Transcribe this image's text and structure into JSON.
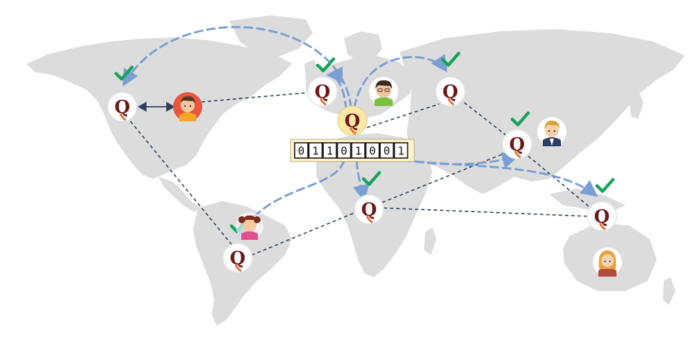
{
  "bitstring": {
    "bits": [
      "0",
      "1",
      "1",
      "0",
      "1",
      "0",
      "0",
      "1"
    ]
  },
  "nodes": [
    {
      "id": "central",
      "role": "source",
      "letter": "Q",
      "verified": false
    },
    {
      "id": "north-america",
      "letter": "Q",
      "verified": true
    },
    {
      "id": "europe-west",
      "letter": "Q",
      "verified": true
    },
    {
      "id": "russia",
      "letter": "Q",
      "verified": true
    },
    {
      "id": "central-asia",
      "letter": "Q",
      "verified": true
    },
    {
      "id": "africa",
      "letter": "Q",
      "verified": true
    },
    {
      "id": "south-america",
      "letter": "Q",
      "verified": true
    },
    {
      "id": "southeast-asia",
      "letter": "Q",
      "verified": true
    }
  ],
  "people": [
    {
      "id": "north-america-user"
    },
    {
      "id": "europe-user"
    },
    {
      "id": "asia-user"
    },
    {
      "id": "south-america-user"
    },
    {
      "id": "australia-user"
    }
  ],
  "colors": {
    "map_land": "#dcdcdc",
    "node_fill": "#ffffff",
    "source_fill": "#fbe8a6",
    "q_letter": "#6b1a1a",
    "q_tail": "#e0702f",
    "check": "#16a35c",
    "broadcast_arrow": "#7a9fd4",
    "network_link": "#2b3e5c"
  }
}
